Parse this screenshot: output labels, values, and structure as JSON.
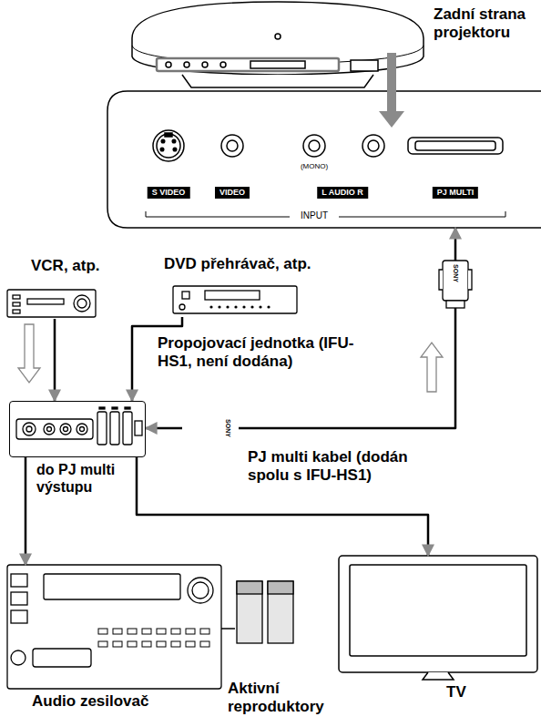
{
  "diagram": {
    "nodes": [
      {
        "text": [
          "Zadní strana projektoru"
        ]
      },
      {
        "text": [
          "VCR, atp."
        ]
      },
      {
        "text": [
          "DVD přehrávač, atp."
        ]
      },
      {
        "text": [
          "Propojovací jednotka (IFU-HS1, není dodána)"
        ]
      },
      {
        "text": [
          "PJ multi kabel (dodán spolu s IFU-HS1)"
        ]
      },
      {
        "text": [
          "Audio zesilovač"
        ]
      },
      {
        "text": [
          "Aktivní reproduktory"
        ]
      },
      {
        "text": [
          "TV"
        ]
      }
    ],
    "edges": [
      {
        "from": 1,
        "to": 3,
        "arrow": "to"
      },
      {
        "from": 2,
        "to": 3,
        "arrow": "to"
      },
      {
        "from": 3,
        "to": 5,
        "arrow": "to"
      },
      {
        "from": 3,
        "to": 7,
        "arrow": "to"
      },
      {
        "from": 4,
        "to": 3,
        "arrow": "to"
      },
      {
        "from": 4,
        "to": 0,
        "arrow": "to"
      },
      {
        "from": 5,
        "to": 6,
        "arrow": "none"
      }
    ],
    "labels": [
      "S VIDEO",
      "VIDEO",
      "(MONO)",
      "L AUDIO R",
      "PJ MULTI",
      "INPUT",
      "do PJ multi výstupu",
      "SONY",
      "SONY"
    ]
  }
}
